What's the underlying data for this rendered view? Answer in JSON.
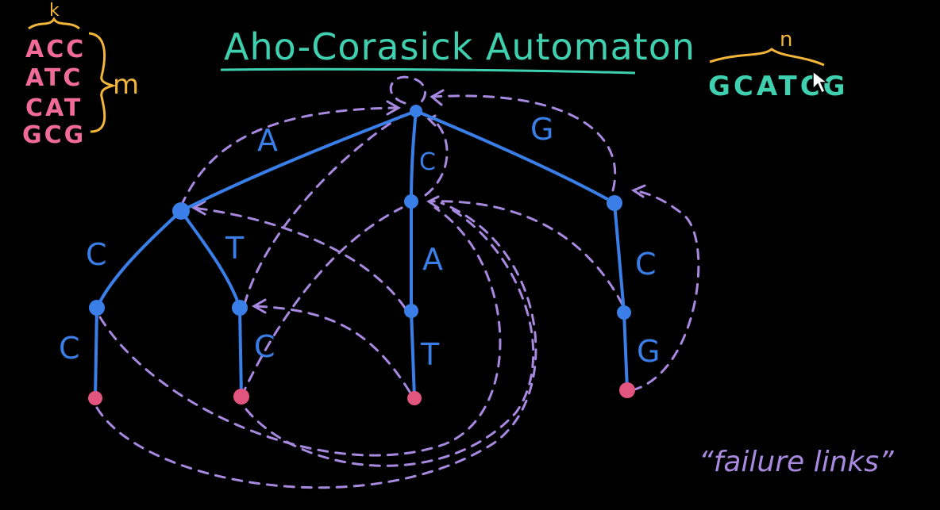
{
  "title": "Aho-Corasick Automaton",
  "patterns": {
    "items": [
      "ACC",
      "ATC",
      "CAT",
      "GCG"
    ],
    "length_label": "k",
    "count_label": "m"
  },
  "text": {
    "value": "GCATCG",
    "length_label": "n"
  },
  "edge_labels": {
    "root_A": "A",
    "root_C": "C",
    "root_G": "G",
    "a_C": "C",
    "a_T": "T",
    "ac_C": "C",
    "at_C": "C",
    "c_A": "A",
    "ca_T": "T",
    "g_C": "C",
    "gc_G": "G"
  },
  "annotation": "“failure links”",
  "colors": {
    "background": "#000000",
    "trie": "#3a7ee8",
    "leaf": "#e2557f",
    "failure_link": "#a889e0",
    "title": "#3fd0b0",
    "patterns": "#f06a9a",
    "brace": "#f2b53a",
    "text": "#3fd0b0"
  },
  "icons": {
    "cursor": "cursor-arrow-icon"
  }
}
